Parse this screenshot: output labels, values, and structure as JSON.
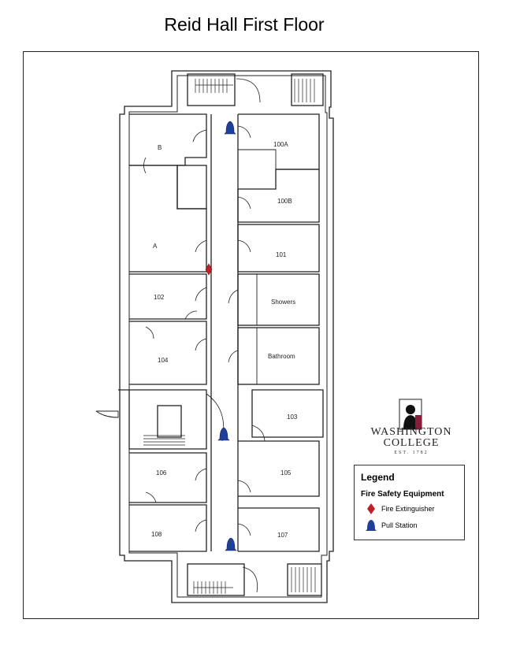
{
  "title": "Reid Hall First Floor",
  "rooms": [
    {
      "label": "B"
    },
    {
      "label": "A"
    },
    {
      "label": "102"
    },
    {
      "label": "104"
    },
    {
      "label": "106"
    },
    {
      "label": "108"
    },
    {
      "label": "100A"
    },
    {
      "label": "100B"
    },
    {
      "label": "101"
    },
    {
      "label": "Showers"
    },
    {
      "label": "Bathroom"
    },
    {
      "label": "103"
    },
    {
      "label": "105"
    },
    {
      "label": "107"
    }
  ],
  "logo": {
    "line1": "WASHINGTON",
    "line2": "COLLEGE",
    "est": "EST. 1782"
  },
  "legend": {
    "title": "Legend",
    "subtitle": "Fire Safety Equipment",
    "items": [
      {
        "label": "Fire Extinguisher",
        "icon": "fire-extinguisher-icon",
        "color": "#c0202a"
      },
      {
        "label": "Pull Station",
        "icon": "pull-station-icon",
        "color": "#1f3f9a"
      }
    ]
  },
  "colors": {
    "extinguisher": "#c0202a",
    "pull_station": "#1f3f9a",
    "logo_accent": "#8a1c3a"
  }
}
